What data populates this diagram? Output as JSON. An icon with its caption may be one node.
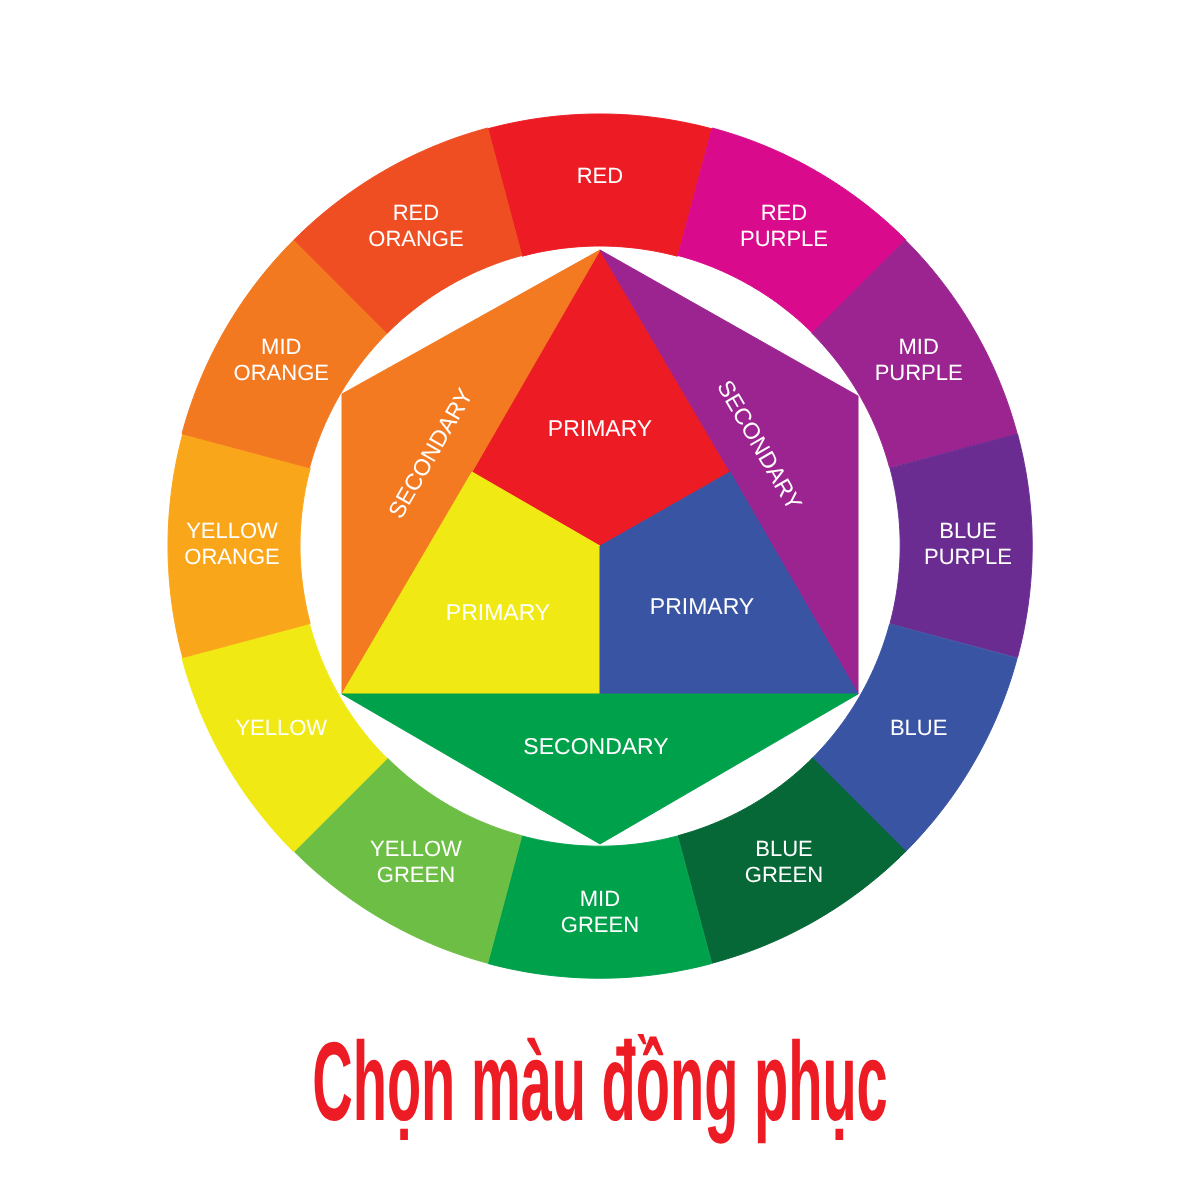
{
  "diagram": {
    "title": "Chọn màu đồng phục",
    "nodes": [
      {
        "text": [
          "RED"
        ]
      },
      {
        "text": [
          "RED PURPLE"
        ]
      },
      {
        "text": [
          "MID PURPLE"
        ]
      },
      {
        "text": [
          "BLUE PURPLE"
        ]
      },
      {
        "text": [
          "BLUE"
        ]
      },
      {
        "text": [
          "BLUE GREEN"
        ]
      },
      {
        "text": [
          "MID GREEN"
        ]
      },
      {
        "text": [
          "YELLOW GREEN"
        ]
      },
      {
        "text": [
          "YELLOW"
        ]
      },
      {
        "text": [
          "YELLOW ORANGE"
        ]
      },
      {
        "text": [
          "MID ORANGE"
        ]
      },
      {
        "text": [
          "RED ORANGE"
        ]
      },
      {
        "text": [
          "PRIMARY"
        ]
      },
      {
        "text": [
          "SECONDARY"
        ]
      },
      {
        "text": [
          "SECONDARY"
        ]
      },
      {
        "text": [
          "PRIMARY"
        ]
      },
      {
        "text": [
          "PRIMARY"
        ]
      },
      {
        "text": [
          "SECONDARY"
        ]
      }
    ]
  }
}
